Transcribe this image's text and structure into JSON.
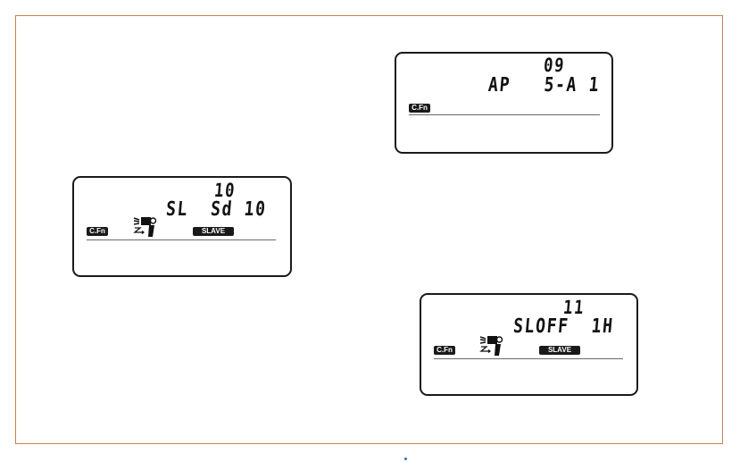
{
  "displays": [
    {
      "id": "09",
      "number": "09",
      "readout": "AP   5-A 1",
      "cfn_badge": "C.Fn"
    },
    {
      "id": "10",
      "number": "10",
      "readout": "SL  Sd 10",
      "cfn_badge": "C.Fn",
      "slave_badge": "SLAVE",
      "icon": "wireless-slave-flash-icon"
    },
    {
      "id": "11",
      "number": "11",
      "readout": "SLOFF  1H",
      "cfn_badge": "C.Fn",
      "slave_badge": "SLAVE",
      "icon": "wireless-slave-flash-icon"
    }
  ],
  "colors": {
    "frame_border": "#c8814a",
    "lcd_border": "#1a1a1a",
    "badge_bg": "#1a1a1a",
    "badge_text": "#ffffff"
  }
}
